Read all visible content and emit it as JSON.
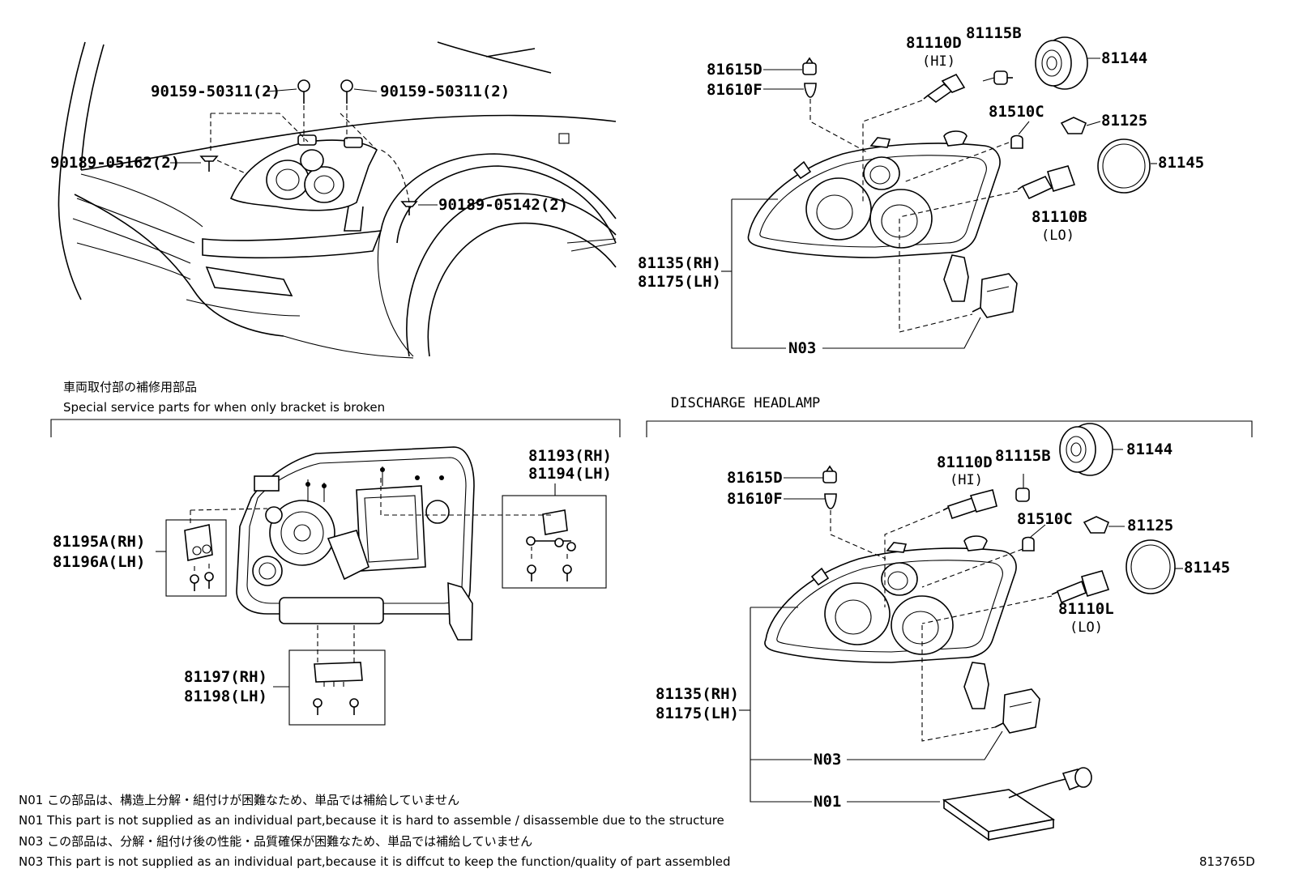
{
  "top_left": {
    "labels": {
      "screw_a": "90159-50311(2)",
      "screw_b": "90159-50311(2)",
      "clip_a": "90189-05162(2)",
      "clip_b": "90189-05142(2)"
    }
  },
  "top_right": {
    "labels": {
      "socket_small": "81615D",
      "bulb_small": "81610F",
      "bulb_hi": "81110D",
      "hi": "(HI)",
      "socket_hi": "81115B",
      "cover_a": "81144",
      "bulb_side": "81510C",
      "socket_side": "81125",
      "cover_b": "81145",
      "bulb_lo": "81110B",
      "lo": "(LO)",
      "lamp_rh": "81135(RH)",
      "lamp_lh": "81175(LH)",
      "n03": "N03"
    }
  },
  "bracket_section": {
    "heading_ja": "車両取付部の補修用部品",
    "heading_en": "Special service parts for when only bracket is broken",
    "labels": {
      "br_a_rh": "81195A(RH)",
      "br_a_lh": "81196A(LH)",
      "br_b_rh": "81193(RH)",
      "br_b_lh": "81194(LH)",
      "br_c_rh": "81197(RH)",
      "br_c_lh": "81198(LH)"
    }
  },
  "discharge": {
    "title": "DISCHARGE HEADLAMP",
    "labels": {
      "socket_small": "81615D",
      "bulb_small": "81610F",
      "bulb_hi": "81110D",
      "hi": "(HI)",
      "socket_hi": "81115B",
      "cover_a": "81144",
      "bulb_side": "81510C",
      "socket_side": "81125",
      "cover_b": "81145",
      "bulb_lo": "81110L",
      "lo": "(LO)",
      "lamp_rh": "81135(RH)",
      "lamp_lh": "81175(LH)",
      "n03": "N03",
      "n01": "N01"
    }
  },
  "notes": [
    "N01 この部品は、構造上分解・組付けが困難なため、単品では補給していません",
    "N01 This part is not supplied as an individual part,because it is hard to assemble / disassemble due to the structure",
    "N03 この部品は、分解・組付け後の性能・品質確保が困難なため、単品では補給していません",
    "N03 This part is not supplied as an  individual part,because it is diffcut to keep the function/quality of part assembled"
  ],
  "figure_id": "813765D"
}
